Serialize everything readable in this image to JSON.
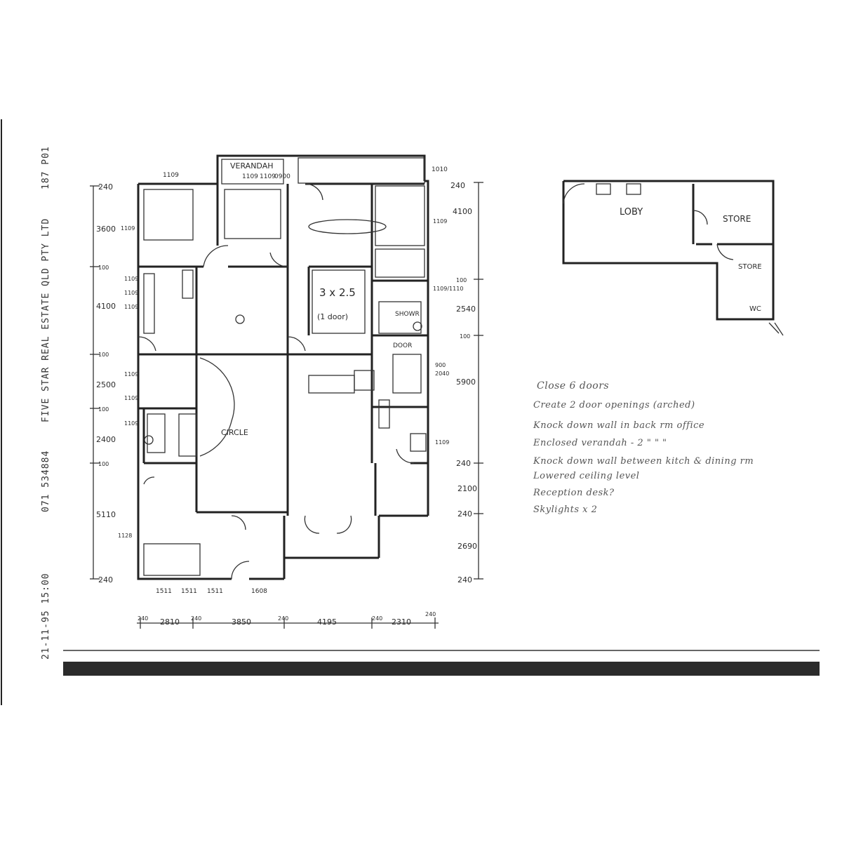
{
  "fax_header": {
    "timestamp": "21-11-95 15:00",
    "number": "071 534884",
    "sender": "FIVE STAR REAL ESTATE   QLD PTY LTD",
    "page": "187 P01"
  },
  "plan": {
    "room_labels": {
      "verandah": "VERANDAH",
      "hall_area": "3 x 2.5",
      "hall_note": "(1 door)",
      "circle": "CIRCLE",
      "showr": "SHOWR",
      "door": "DOOR"
    },
    "top_dims": [
      "1109",
      "1109",
      "1109",
      "0900",
      "1010"
    ],
    "left_dims": [
      "240",
      "3600",
      "100",
      "4100",
      "100",
      "2500",
      "100",
      "2400",
      "100",
      "5110",
      "240"
    ],
    "left_small": [
      "1109",
      "1109",
      "1109",
      "1109",
      "1109",
      "1109",
      "1109",
      "1128"
    ],
    "right_dims": [
      "240",
      "4100",
      "100",
      "2540",
      "100",
      "5900",
      "240",
      "2100",
      "240",
      "2690",
      "240"
    ],
    "right_small": [
      "1109",
      "1109/1110",
      "900",
      "2040",
      "1109"
    ],
    "bottom_small": [
      "1511",
      "1511",
      "1511",
      "1608"
    ],
    "bottom_dims": [
      "240",
      "2810",
      "240",
      "3850",
      "240",
      "4195",
      "240",
      "2310",
      "240"
    ]
  },
  "annex": {
    "lobby": "LOBY",
    "store1": "STORE",
    "store2": "STORE",
    "wc": "WC"
  },
  "notes": [
    "Close 6 doors",
    "Create 2 door openings (arched)",
    "Knock down wall in back rm office",
    "Enclosed verandah -  2   \"    \"    \"",
    "Knock down wall between kitch & dining rm",
    "Lowered ceiling level",
    "Reception desk?",
    "Skylights x 2"
  ]
}
